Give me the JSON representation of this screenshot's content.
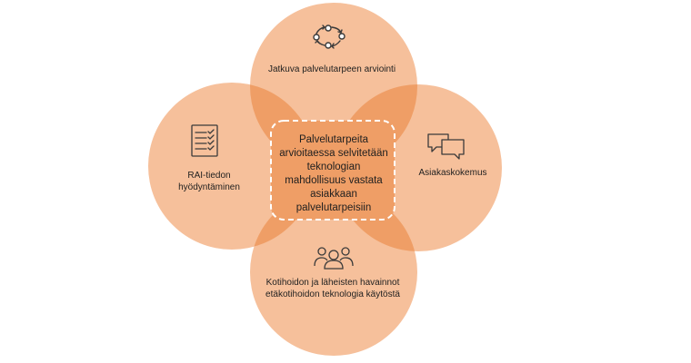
{
  "circles": {
    "top": {
      "label": "Jatkuva palvelutarpeen arviointi",
      "icon": "cycle-arrows-icon"
    },
    "left": {
      "label": "RAI-tiedon hyödyntäminen",
      "icon": "checklist-icon"
    },
    "right": {
      "label": "Asiakaskokemus",
      "icon": "chat-bubbles-icon"
    },
    "bottom": {
      "label": "Kotihoidon ja läheisten havainnot etäkotihoidon teknologia käytöstä",
      "icon": "people-group-icon"
    }
  },
  "center": {
    "text": "Palvelutarpeita arvioitaessa selvitetään teknologian mahdollisuus vastata asiakkaan palvelutarpeisiin"
  },
  "colors": {
    "circle_fill": "#f6c09b",
    "overlap_fill": "#ef9e66",
    "center_box_fill": "#ef9e66",
    "center_box_border": "#ffffff",
    "icon_stroke": "#3a3a3a",
    "text": "#1f1f1f"
  }
}
